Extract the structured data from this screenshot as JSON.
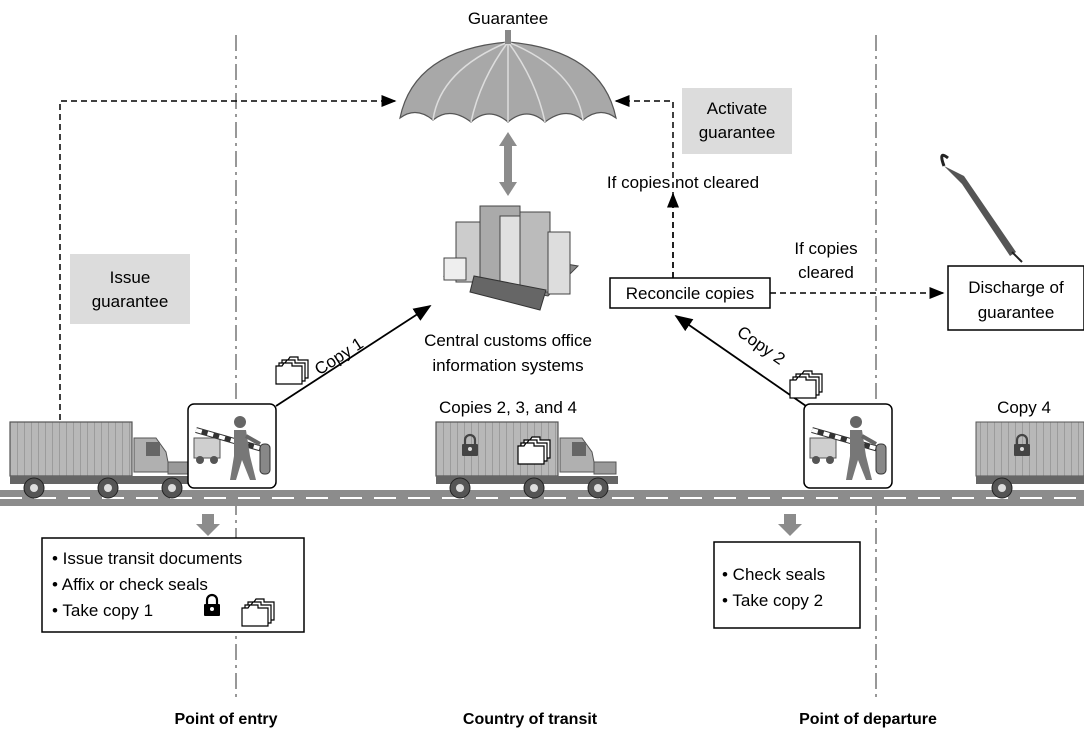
{
  "title": "Guarantee",
  "labels": {
    "activate_guarantee": [
      "Activate",
      "guarantee"
    ],
    "issue_guarantee": [
      "Issue",
      "guarantee"
    ],
    "if_not_cleared": "If copies not cleared",
    "if_cleared": [
      "If copies",
      "cleared"
    ],
    "reconcile": "Reconcile copies",
    "discharge": [
      "Discharge of",
      "guarantee"
    ],
    "central": [
      "Central customs office",
      "information systems"
    ],
    "copy1": "Copy 1",
    "copy2": "Copy 2",
    "copies_234": "Copies 2, 3, and 4",
    "copy4": "Copy 4"
  },
  "entry_tasks": [
    "• Issue transit documents",
    "• Affix or check seals",
    "• Take copy 1"
  ],
  "departure_tasks": [
    "• Check seals",
    "• Take copy 2"
  ],
  "zones": [
    "Point of entry",
    "Country of transit",
    "Point of departure"
  ],
  "colors": {
    "umbrella": "#a8a8a8",
    "truck": "#b8b8b8",
    "road": "#8c8c8c",
    "highlight": "#dcdcdc"
  }
}
